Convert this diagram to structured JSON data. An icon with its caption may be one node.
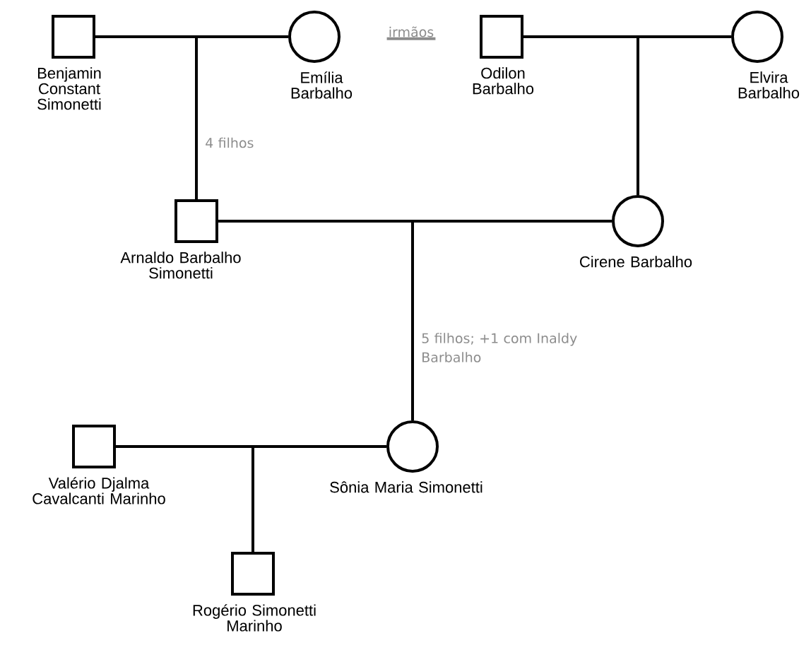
{
  "diagram": {
    "nodes": [
      {
        "text": [
          "Benjamin Constant Simonetti"
        ]
      },
      {
        "text": [
          "Emília Barbalho"
        ]
      },
      {
        "text": [
          "Odilon Barbalho"
        ]
      },
      {
        "text": [
          "Elvira Barbalho"
        ]
      },
      {
        "text": [
          "Arnaldo Barbalho Simonetti"
        ]
      },
      {
        "text": [
          "Cirene Barbalho"
        ]
      },
      {
        "text": [
          "Sônia Maria Simonetti"
        ]
      },
      {
        "text": [
          "Valério Djalma Cavalcanti Marinho"
        ]
      },
      {
        "text": [
          "Rogério Simonetti Marinho"
        ]
      }
    ],
    "edges": [
      {
        "from": 0,
        "to": 1,
        "arrow": "none"
      },
      {
        "from": 0,
        "to": 4,
        "arrow": "none",
        "label": "4 filhos"
      },
      {
        "from": 1,
        "to": 4,
        "arrow": "none"
      },
      {
        "from": 2,
        "to": 3,
        "arrow": "none"
      },
      {
        "from": 2,
        "to": 5,
        "arrow": "none"
      },
      {
        "from": 3,
        "to": 5,
        "arrow": "none"
      },
      {
        "from": 4,
        "to": 5,
        "arrow": "none"
      },
      {
        "from": 4,
        "to": 6,
        "arrow": "none",
        "label": "5 filhos; +1 com Inaldy Barbalho"
      },
      {
        "from": 5,
        "to": 6,
        "arrow": "none"
      },
      {
        "from": 7,
        "to": 6,
        "arrow": "none"
      },
      {
        "from": 7,
        "to": 8,
        "arrow": "none"
      },
      {
        "from": 6,
        "to": 8,
        "arrow": "none"
      }
    ],
    "labels": [
      "irmãos"
    ]
  }
}
